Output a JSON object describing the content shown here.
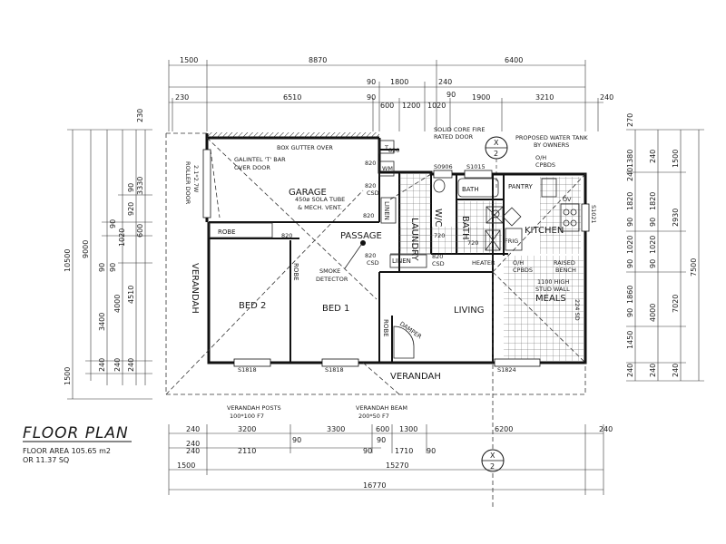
{
  "title": "FLOOR PLAN",
  "area_line1": "FLOOR AREA 105.65 m2",
  "area_line2": "OR 11.37 SQ",
  "rooms": {
    "garage": "GARAGE",
    "passage": "PASSAGE",
    "bed2": "BED 2",
    "bed1": "BED 1",
    "living": "LIVING",
    "kitchen": "KITCHEN",
    "meals": "MEALS",
    "laundry": "LAUNDRY",
    "bath": "BATH",
    "bath_fixture": "BATH",
    "wc": "W/C",
    "verandah_left": "VERANDAH",
    "verandah_bottom": "VERANDAH",
    "pantry": "PANTRY",
    "linen1": "LINEN",
    "linen2": "LINEN",
    "robe1": "ROBE",
    "robe2": "ROBE",
    "robe3": "ROBE"
  },
  "notes": {
    "box_gutter": "BOX GUTTER OVER",
    "galintel1": "GALINTEL 'T' BAR",
    "galintel2": "OVER DOOR",
    "roller1": "ROLLER DOOR",
    "roller2": "2.1*2.7W",
    "tube1": "450ø SOLA TUBE",
    "tube2": "& MECH. VENT.",
    "smoke1": "SMOKE",
    "smoke2": "DETECTOR",
    "core1": "SOLID CORE FIRE",
    "core2": "RATED DOOR",
    "tank1": "PROPOSED WATER TANK",
    "tank2": "BY OWNERS",
    "cpbds_top1": "O/H",
    "cpbds_top2": "CPBDS",
    "cpbds_mid1": "O/H",
    "cpbds_mid2": "CPBDS",
    "raised1": "RAISED",
    "raised2": "BENCH",
    "stud1": "1100 HIGH",
    "stud2": "STUD WALL",
    "posts1": "VERANDAH POSTS",
    "posts2": "100*100 F7",
    "beam1": "VERANDAH BEAM",
    "beam2": "200*50 F7",
    "heater": "HEATER",
    "frig": "FRIG",
    "wm": "WM",
    "tub": "T",
    "ov": "OV",
    "damper": "DAMPER",
    "sd": "224 SD",
    "section_x": "X",
    "section_n": "2"
  },
  "window_tags": {
    "s0906": "S0906",
    "s1015": "S1015",
    "s1021": "S1021",
    "s1818a": "S1818",
    "s1818b": "S1818",
    "s1824": "S1824"
  },
  "door_tags": [
    "820",
    "820",
    "820",
    "820",
    "820",
    "820",
    "720",
    "720",
    "820",
    "CSD",
    "CSD",
    "CSD"
  ],
  "dims_top": {
    "row1": [
      "1500",
      "8870",
      "6400"
    ],
    "row2": [
      "90",
      "1800",
      "240"
    ],
    "row3": [
      "230",
      "6510",
      "90",
      "600",
      "1200",
      "90",
      "1020",
      "1900",
      "3210",
      "240"
    ]
  },
  "dims_bottom": {
    "row1": [
      "240",
      "3200",
      "3300",
      "600",
      "1300",
      "6200",
      "240"
    ],
    "row2": [
      "240",
      "90",
      "90"
    ],
    "row3": [
      "240",
      "2110",
      "90",
      "1710",
      "90"
    ],
    "row4": [
      "1500",
      "15270"
    ],
    "row5": [
      "16770"
    ]
  },
  "dims_left": {
    "outer": [
      "10500",
      "1500"
    ],
    "mid": [
      "9000",
      "4510",
      "240"
    ],
    "inner1": [
      "3330",
      "90",
      "4000",
      "240"
    ],
    "inner2": [
      "230",
      "600",
      "920",
      "1020",
      "3400",
      "240"
    ],
    "inner3": [
      "90",
      "90",
      "90"
    ]
  },
  "dims_right": {
    "r1": [
      "270",
      "1380",
      "240",
      "1820",
      "90",
      "1020",
      "90",
      "1860",
      "90",
      "1450",
      "240"
    ],
    "r2": [
      "240",
      "1820",
      "90",
      "1020",
      "90",
      "4000",
      "240"
    ],
    "r3": [
      "1500",
      "2930",
      "7020",
      "240"
    ],
    "r4": [
      "7500"
    ]
  }
}
